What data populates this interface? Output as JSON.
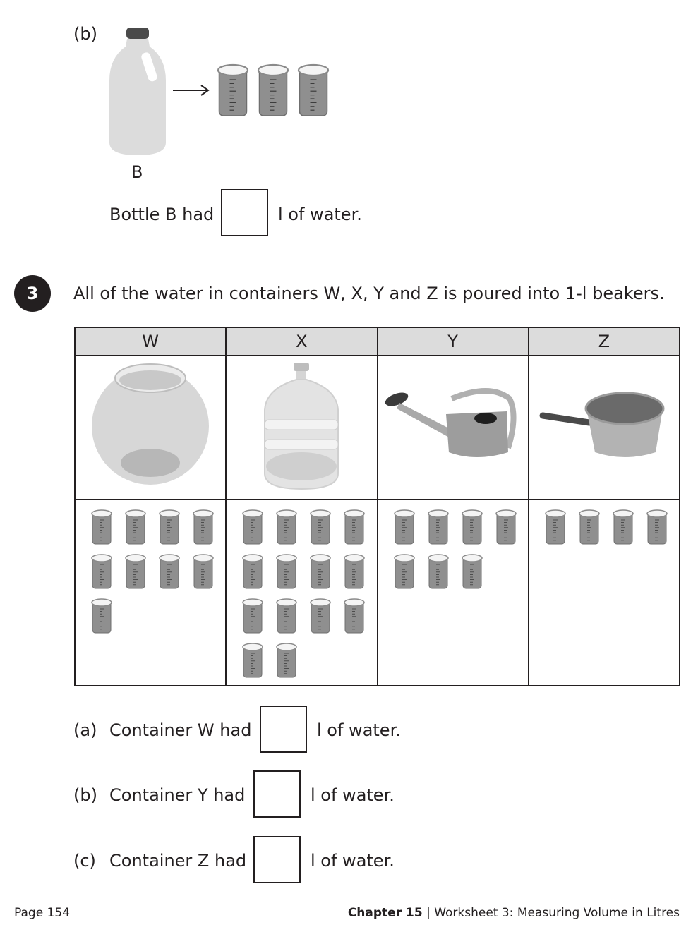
{
  "part_b": {
    "label": "(b)",
    "bottle_label": "B",
    "beaker_count": 3,
    "sentence_prefix": "Bottle B had",
    "sentence_suffix": "l of water."
  },
  "question3": {
    "number": "3",
    "prompt": "All of the water in containers W, X, Y and Z is poured into 1-l beakers.",
    "containers": [
      {
        "name": "W",
        "picture": "round-fishbowl",
        "beakers": 9
      },
      {
        "name": "X",
        "picture": "water-jug",
        "beakers": 14
      },
      {
        "name": "Y",
        "picture": "watering-can",
        "beakers": 7
      },
      {
        "name": "Z",
        "picture": "saucepan",
        "beakers": 4
      }
    ],
    "answers": [
      {
        "label": "(a)",
        "prefix": "Container W had",
        "suffix": "l of water."
      },
      {
        "label": "(b)",
        "prefix": "Container Y had",
        "suffix": "l of water."
      },
      {
        "label": "(c)",
        "prefix": "Container Z had",
        "suffix": "l of water."
      }
    ]
  },
  "footer": {
    "page": "Page 154",
    "chapter": "Chapter 15",
    "separator": "|",
    "worksheet": "Worksheet 3: Measuring Volume in Litres"
  }
}
